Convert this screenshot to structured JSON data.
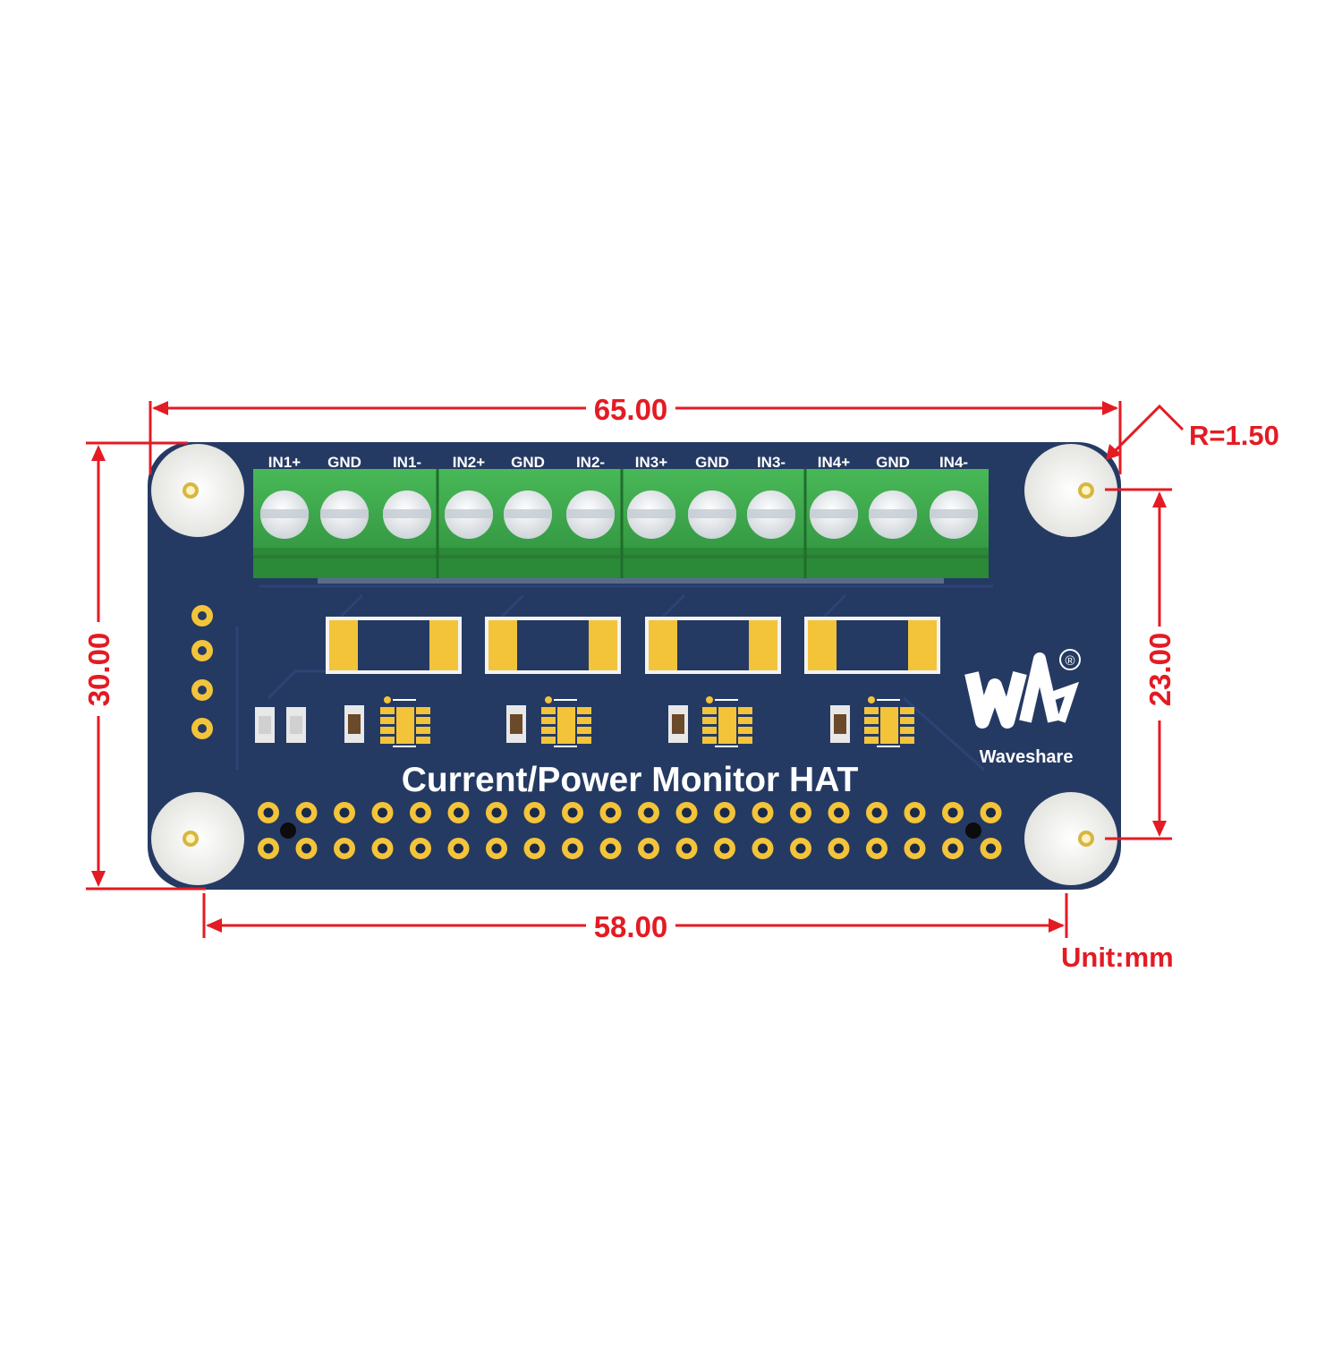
{
  "board": {
    "title": "Current/Power Monitor HAT",
    "brand": "Waveshare",
    "registered_mark": "®",
    "terminal_labels": [
      "IN1+",
      "GND",
      "IN1-",
      "IN2+",
      "GND",
      "IN2-",
      "IN3+",
      "GND",
      "IN3-",
      "IN4+",
      "GND",
      "IN4-"
    ],
    "colors": {
      "pcb": "#253a63",
      "terminal_block": "#3aa84a",
      "pad_gold": "#f3c43a",
      "mount_pad": "#f1f1ee",
      "dimension": "#e31b23"
    }
  },
  "dimensions": {
    "width": "65.00",
    "height": "30.00",
    "hole_pitch_x": "58.00",
    "hole_pitch_y": "23.00",
    "corner_radius": "R=1.50",
    "unit": "Unit:mm"
  }
}
